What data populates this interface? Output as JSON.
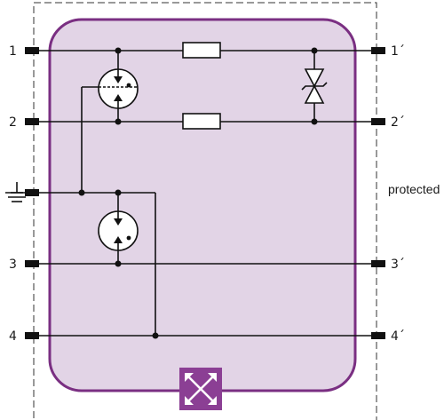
{
  "diagram": {
    "left_terminals": [
      "1",
      "2",
      "3",
      "4"
    ],
    "right_terminals": [
      "1´",
      "2´",
      "3´",
      "4´"
    ],
    "protected_label": "protected",
    "colors": {
      "housing_fill": "#e2d4e6",
      "housing_stroke": "#7a2f82",
      "badge_fill": "#8b3f94",
      "wire": "#111111",
      "frame": "#333333"
    },
    "icons": [
      "ground-icon",
      "gas-discharge-tube-icon",
      "resistor-icon",
      "bidirectional-tvs-diode-icon",
      "module-release-icon"
    ]
  }
}
